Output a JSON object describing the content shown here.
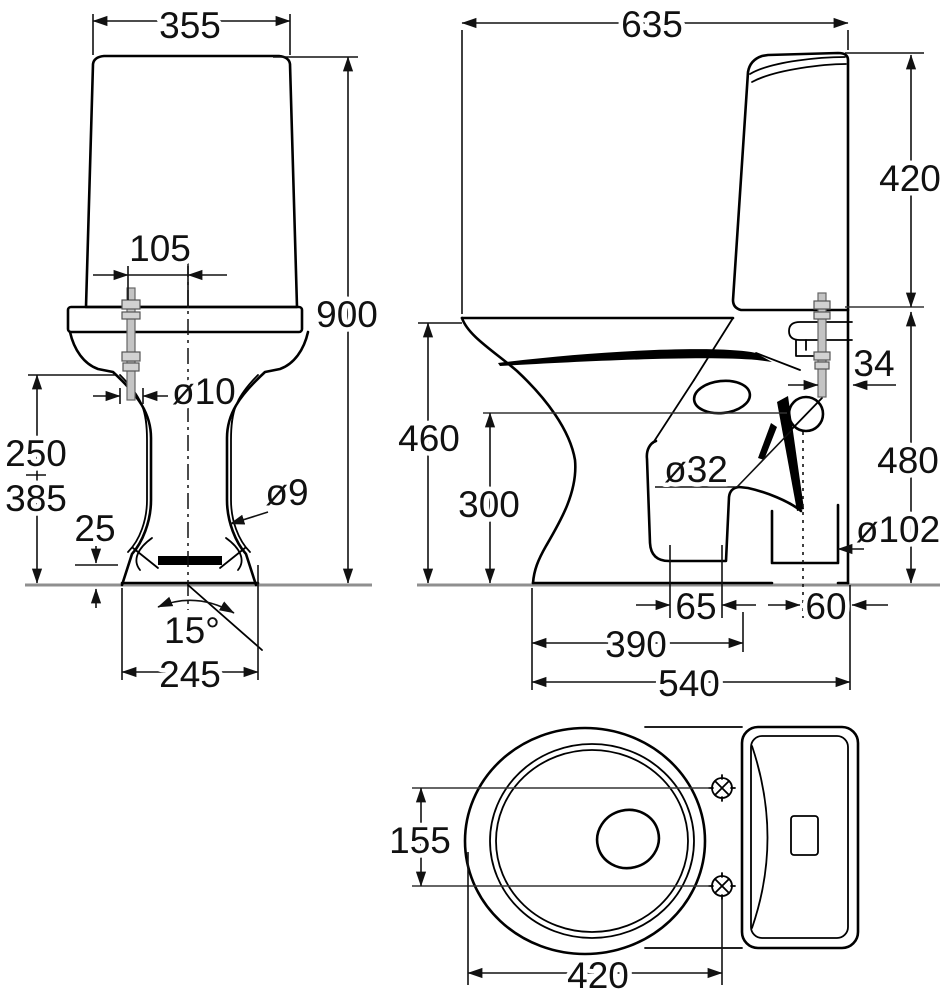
{
  "drawing": {
    "type": "technical-dimension-drawing",
    "subject": "floor-standing toilet (WC) with cistern — three orthographic views",
    "units": "mm",
    "front": {
      "width": "355",
      "hole_spacing": "105",
      "height": "900",
      "bolt_dia": "ø10",
      "h_upper": "250",
      "h_lower": "385",
      "recess": "25",
      "angle": "15°",
      "base_width": "245",
      "side_hole_dia": "ø9"
    },
    "side": {
      "depth": "635",
      "tank_height": "420",
      "bolt_offset": "34",
      "seat_height": "480",
      "rim_height": "460",
      "inlet_height": "300",
      "inlet_dia": "ø32",
      "outlet_dia": "ø102",
      "trap_offset": "65",
      "outlet_offset": "60",
      "fixing_depth": "390",
      "base_depth": "540"
    },
    "plan": {
      "hole_spacing": "155",
      "hole_distance": "420"
    }
  }
}
